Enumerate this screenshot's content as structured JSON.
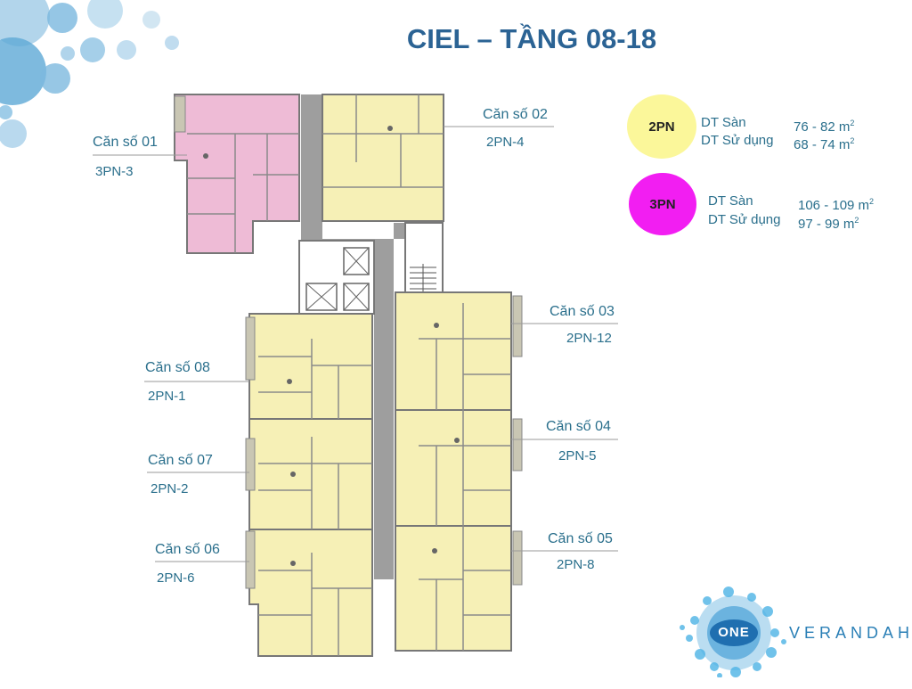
{
  "title": "CIEL – TẦNG 08-18",
  "units": [
    {
      "name": "Căn số 01",
      "code": "3PN-3"
    },
    {
      "name": "Căn số 02",
      "code": "2PN-4"
    },
    {
      "name": "Căn số 03",
      "code": "2PN-12"
    },
    {
      "name": "Căn số 04",
      "code": "2PN-5"
    },
    {
      "name": "Căn số 05",
      "code": "2PN-8"
    },
    {
      "name": "Căn số 06",
      "code": "2PN-6"
    },
    {
      "name": "Căn số 07",
      "code": "2PN-2"
    },
    {
      "name": "Căn số 08",
      "code": "2PN-1"
    }
  ],
  "legend": [
    {
      "badge": "2PN",
      "color": "#fbf79a",
      "label_floor": "DT Sàn",
      "value_floor": "76 - 82 m",
      "label_usable": "DT Sử dụng",
      "value_usable": "68 - 74 m",
      "unit_sup": "2"
    },
    {
      "badge": "3PN",
      "color": "#f21ef2",
      "label_floor": "DT Sàn",
      "value_floor": "106 - 109 m",
      "label_usable": "DT Sử dụng",
      "value_usable": "97 - 99 m",
      "unit_sup": "2"
    }
  ],
  "colors": {
    "unit_2pn": "#f6f0b6",
    "unit_3pn": "#eebbd6",
    "corridor": "#9e9e9e",
    "wall": "#8a8a8a",
    "accent": "#2b6394"
  },
  "brand": {
    "badge": "ONE",
    "word": "VERANDAH"
  }
}
